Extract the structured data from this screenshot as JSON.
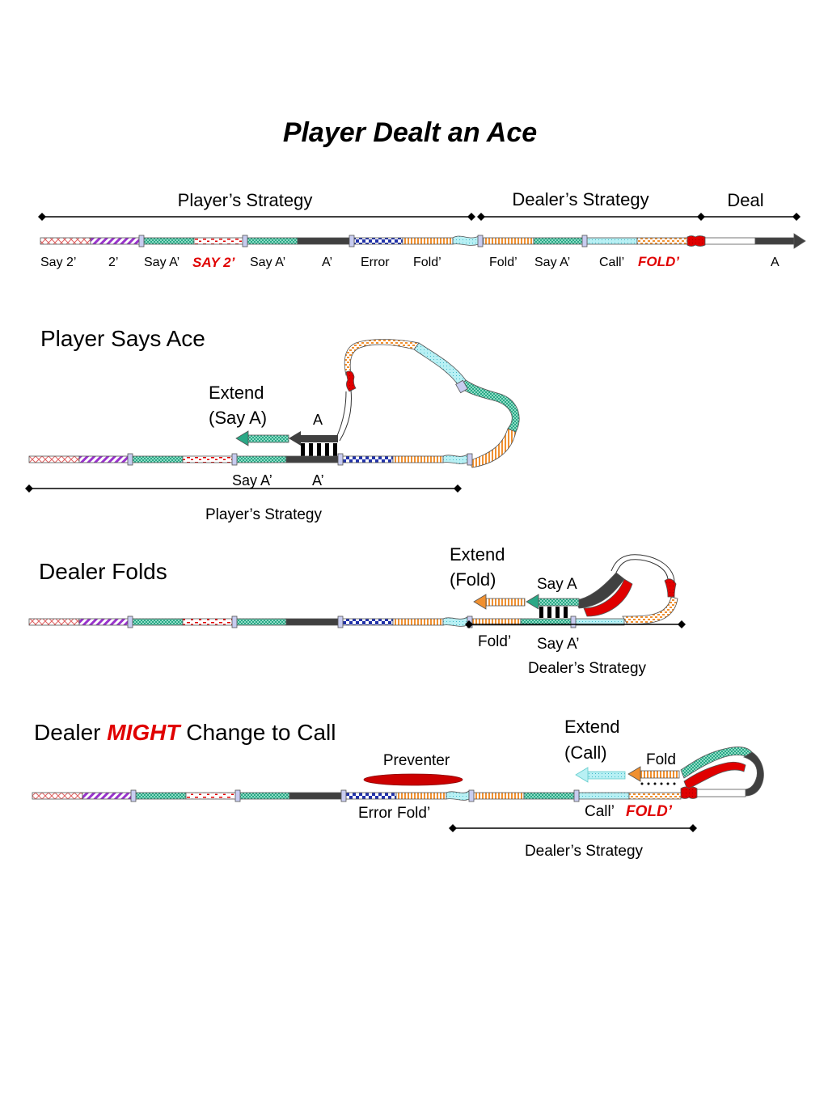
{
  "title": "Player Dealt an Ace",
  "colors": {
    "pink": "#e06060",
    "purple": "#9933cc",
    "teal": "#2aa886",
    "red": "#e00000",
    "dark": "#404040",
    "blue": "#2233aa",
    "orange": "#f09030",
    "cyan": "#80e0e8",
    "marker_fill": "#c8ccf0",
    "marker_stroke": "#556"
  },
  "icons": [
    "dna-strand",
    "arrow-head",
    "diamond-end"
  ],
  "panel1": {
    "brackets": {
      "player": "Player’s Strategy",
      "dealer": "Dealer’s Strategy",
      "deal": "Deal"
    },
    "labels": {
      "say2": "Say 2’",
      "two": "2’",
      "saya1": "Say A’",
      "say2_red": "SAY 2’",
      "saya2": "Say A’",
      "aprime": "A’",
      "error": "Error",
      "fold1": "Fold’",
      "fold2": "Fold’",
      "saya3": "Say A’",
      "call": "Call’",
      "fold_red": "FOLD’",
      "a": "A"
    }
  },
  "panel2": {
    "heading": "Player Says Ace",
    "extend1": "Extend",
    "extend2": "(Say A)",
    "a_label": "A",
    "saya": "Say A’",
    "aprime": "A’",
    "strategy": "Player’s Strategy"
  },
  "panel3": {
    "heading": "Dealer Folds",
    "extend1": "Extend",
    "extend2": "(Fold)",
    "saya_top": "Say A",
    "fold": "Fold’",
    "saya": "Say A’",
    "strategy": "Dealer’s Strategy"
  },
  "panel4": {
    "heading_a": "Dealer ",
    "heading_b": "MIGHT",
    "heading_c": " Change to Call",
    "extend1": "Extend",
    "extend2": "(Call)",
    "preventer": "Preventer",
    "fold_top": "Fold",
    "error": "Error",
    "fold": "Fold’",
    "call": "Call’",
    "fold_red": "FOLD’",
    "strategy": "Dealer’s Strategy"
  }
}
